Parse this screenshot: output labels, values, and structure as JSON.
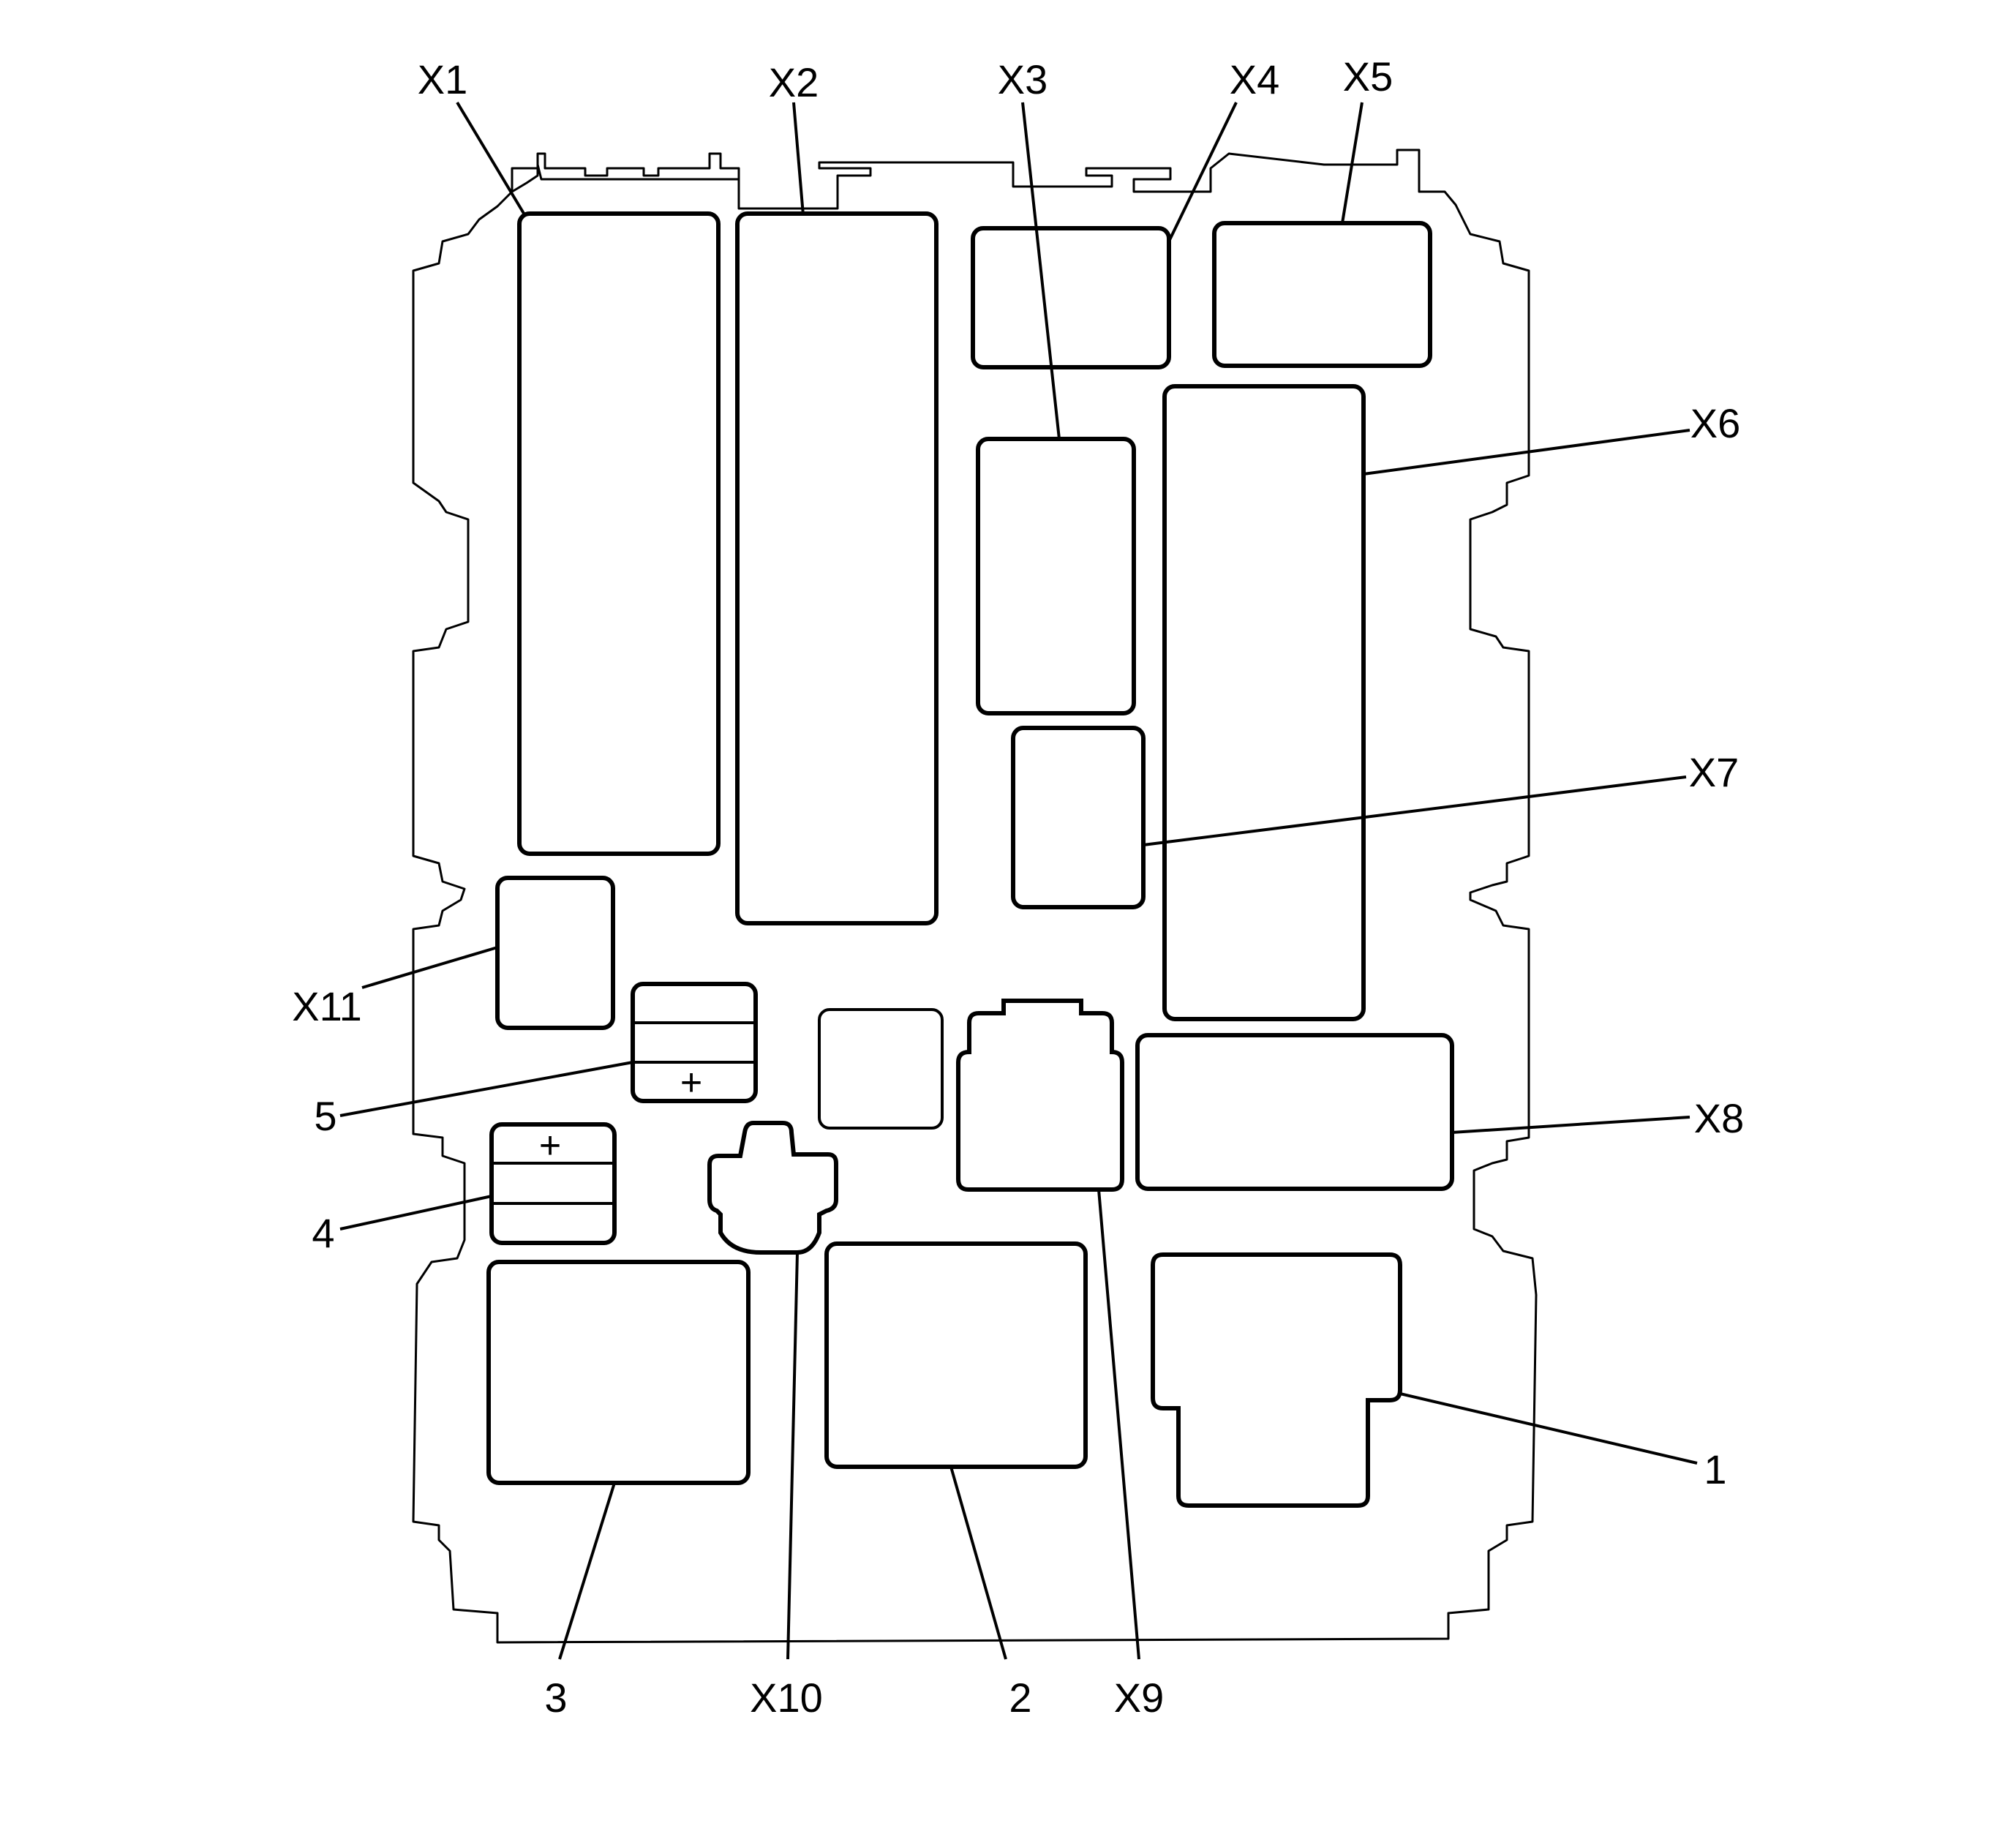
{
  "diagram": {
    "components": {
      "X1": "X1",
      "X2": "X2",
      "X3": "X3",
      "X4": "X4",
      "X5": "X5",
      "X6": "X6",
      "X7": "X7",
      "X8": "X8",
      "X9": "X9",
      "X10": "X10",
      "X11": "X11",
      "c1": "1",
      "c2": "2",
      "c3": "3",
      "c4": "4",
      "c5": "5"
    },
    "polarity_symbol": "+"
  }
}
